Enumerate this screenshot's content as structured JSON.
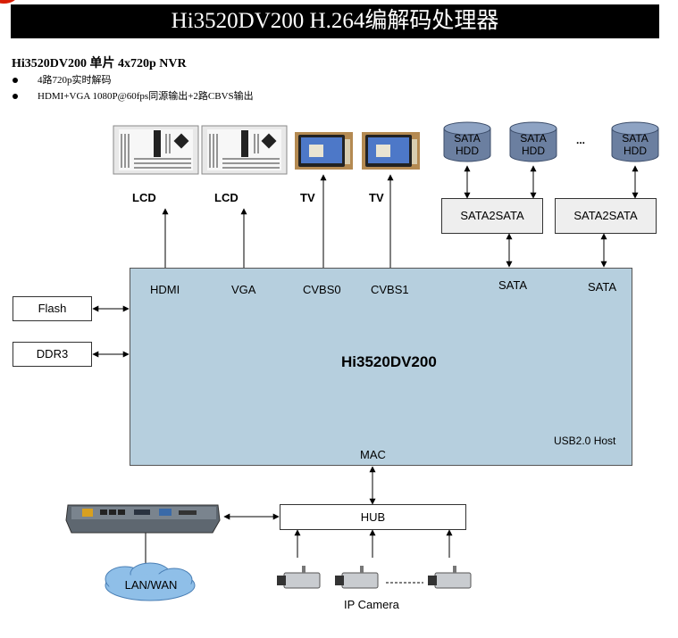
{
  "header": {
    "title": "Hi3520DV200 H.264编解码处理器"
  },
  "intro": {
    "subtitle": "Hi3520DV200 单片 4x720p NVR",
    "bullets": [
      "4路720p实时解码",
      "HDMI+VGA 1080P@60fps同源输出+2路CBVS输出"
    ]
  },
  "chip": {
    "name": "Hi3520DV200",
    "ports": {
      "hdmi": "HDMI",
      "vga": "VGA",
      "cvbs0": "CVBS0",
      "cvbs1": "CVBS1",
      "sata1": "SATA",
      "sata2": "SATA",
      "mac": "MAC",
      "usb": "USB2.0 Host"
    }
  },
  "outputs": {
    "lcd1": "LCD",
    "lcd2": "LCD",
    "tv1": "TV",
    "tv2": "TV"
  },
  "storage": {
    "hdd1": [
      "SATA",
      "HDD"
    ],
    "hdd2": [
      "SATA",
      "HDD"
    ],
    "hdd3": [
      "SATA",
      "HDD"
    ],
    "ellipsis": "...",
    "bridge1": "SATA2SATA",
    "bridge2": "SATA2SATA"
  },
  "memory": {
    "flash": "Flash",
    "ddr": "DDR3"
  },
  "network": {
    "hub": "HUB",
    "cloud": "LAN/WAN",
    "camera_label": "IP Camera"
  },
  "colors": {
    "chip": "#b6cfde",
    "hdd": "#556b8a",
    "cloud": "#7fb3e3",
    "title_bg": "#000000"
  }
}
